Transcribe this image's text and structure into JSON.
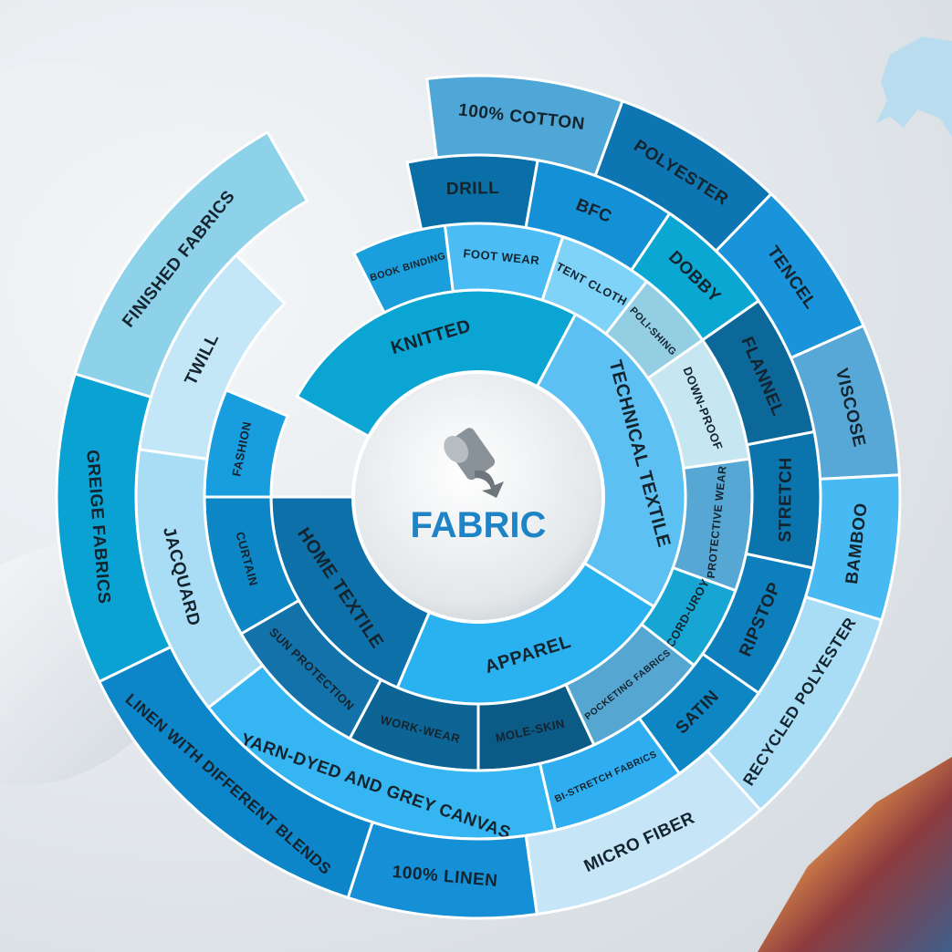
{
  "center": {
    "title": "FABRIC",
    "icon": "fabric-roll-icon"
  },
  "rings": [
    {
      "id": "ring1",
      "segments": [
        {
          "label": "KNITTED",
          "color": "#0aa5d2"
        },
        {
          "label": "TECHNICAL TEXTILE",
          "color": "#5cc1f2"
        },
        {
          "label": "APPAREL",
          "color": "#2ab1f0"
        },
        {
          "label": "HOME TEXTILE",
          "color": "#0e70a8"
        }
      ]
    },
    {
      "id": "ring2",
      "segments": [
        {
          "label": "BOOK BINDING",
          "color": "#1a9fdc"
        },
        {
          "label": "FOOT WEAR",
          "color": "#4cbdf4"
        },
        {
          "label": "TENT CLOTH",
          "color": "#7fd2f8"
        },
        {
          "label": "POLI-SHING",
          "color": "#94cee3"
        },
        {
          "label": "DOWN-PROOF",
          "color": "#c6e6f1"
        },
        {
          "label": "PROTECTIVE WEAR",
          "color": "#57a7d4"
        },
        {
          "label": "CORD-UROY",
          "color": "#17a6d3"
        },
        {
          "label": "POCKETING FABRICS",
          "color": "#56a6d2"
        },
        {
          "label": "MOLE-SKIN",
          "color": "#0c5a86"
        },
        {
          "label": "WORK-WEAR",
          "color": "#0d6595"
        },
        {
          "label": "SUN PROTECTION",
          "color": "#1272a9"
        },
        {
          "label": "CURTAIN",
          "color": "#0d86c6"
        },
        {
          "label": "FASHION",
          "color": "#189ede"
        }
      ]
    },
    {
      "id": "ring3",
      "segments": [
        {
          "label": "DRILL",
          "color": "#0a6fa6"
        },
        {
          "label": "BFC",
          "color": "#1490d6"
        },
        {
          "label": "DOBBY",
          "color": "#0ba7d3"
        },
        {
          "label": "FLANNEL",
          "color": "#0b6899"
        },
        {
          "label": "STRETCH",
          "color": "#0b74ad"
        },
        {
          "label": "RIPSTOP",
          "color": "#0d7fbc"
        },
        {
          "label": "SATIN",
          "color": "#0e86c4"
        },
        {
          "label": "BI-STRETCH FABRICS",
          "color": "#2eaef0"
        },
        {
          "label": "YARN-DYED AND GREY CANVAS",
          "color": "#35b6f2"
        },
        {
          "label": "JACQUARD",
          "color": "#a9ddf5"
        },
        {
          "label": "TWILL",
          "color": "#c4e7f7"
        }
      ]
    },
    {
      "id": "ring4",
      "segments": [
        {
          "label": "100% COTTON",
          "color": "#4ea7d6"
        },
        {
          "label": "POLYESTER",
          "color": "#0d75b1"
        },
        {
          "label": "TENCEL",
          "color": "#1993d9"
        },
        {
          "label": "VISCOSE",
          "color": "#57a8d6"
        },
        {
          "label": "BAMBOO",
          "color": "#47b9f3"
        },
        {
          "label": "RECYCLED POLYESTER",
          "color": "#a9ddf5"
        },
        {
          "label": "MICRO FIBER",
          "color": "#c6e6f8"
        },
        {
          "label": "100% LINEN",
          "color": "#1590d6"
        },
        {
          "label": "LINEN WITH DIFFERENT BLENDS",
          "color": "#0d86c9"
        },
        {
          "label": "GREIGE FABRICS",
          "color": "#0aa2d3"
        },
        {
          "label": "FINISHED FABRICS",
          "color": "#8ed2ea"
        }
      ]
    }
  ]
}
